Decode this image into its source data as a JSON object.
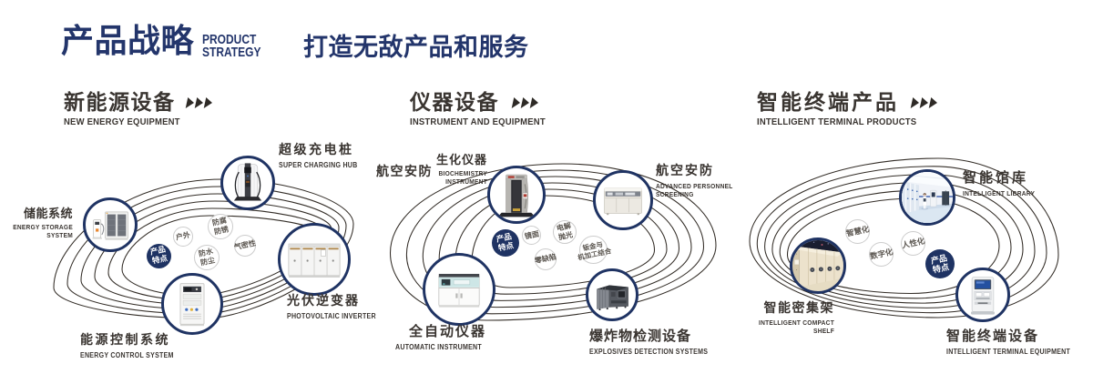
{
  "header": {
    "title_cn": "产品战略",
    "title_en_line1": "PRODUCT",
    "title_en_line2": "STRATEGY",
    "slogan": "打造无敌产品和服务"
  },
  "colors": {
    "navy": "#1f3363",
    "heading_dark": "#3a3531",
    "ring_stroke": "#2e2823",
    "bubble_border": "#cccccc",
    "bubble_text": "#5b5650"
  },
  "icons": {
    "section_arrow": "triple-right-triangles"
  },
  "sections": [
    {
      "title_cn": "新能源设备",
      "title_en": "NEW ENERGY EQUIPMENT",
      "feature_circle": {
        "line1": "产品",
        "line2": "特点"
      },
      "features": [
        {
          "line1": "户外",
          "line2": ""
        },
        {
          "line1": "防腐",
          "line2": "防锈"
        },
        {
          "line1": "防水",
          "line2": "防尘"
        },
        {
          "line1": "气密性",
          "line2": ""
        }
      ],
      "nodes": [
        {
          "cn": "储能系统",
          "en1": "ENERGY STORAGE",
          "en2": "SYSTEM",
          "image": "energy-storage-cabinet"
        },
        {
          "cn": "超级充电桩",
          "en1": "SUPER CHARGING HUB",
          "en2": "",
          "image": "super-charging-pile"
        },
        {
          "cn": "光伏逆变器",
          "en1": "PHOTOVOLTAIC INVERTER",
          "en2": "",
          "image": "photovoltaic-inverter-cabinets"
        },
        {
          "cn": "能源控制系统",
          "en1": "ENERGY CONTROL SYSTEM",
          "en2": "",
          "image": "energy-control-cabinet"
        }
      ]
    },
    {
      "title_cn": "仪器设备",
      "title_en": "INSTRUMENT AND EQUIPMENT",
      "feature_circle": {
        "line1": "产品",
        "line2": "特点"
      },
      "features": [
        {
          "line1": "镜面",
          "line2": ""
        },
        {
          "line1": "电解",
          "line2": "抛光"
        },
        {
          "line1": "零缺陷",
          "line2": ""
        },
        {
          "line1": "钣金与",
          "line2": "机加工结合"
        }
      ],
      "nodes": [
        {
          "cn": "生化仪器",
          "en1": "BIOCHEMISTRY",
          "en2": "INSTRUMENT",
          "cn_side": "航空安防",
          "image": "security-gate"
        },
        {
          "cn": "航空安防",
          "en1": "ADVANCED PERSONNEL",
          "en2": "SCREENING",
          "image": "screening-analyzer"
        },
        {
          "cn": "全自动仪器",
          "en1": "AUTOMATIC INSTRUMENT",
          "en2": "",
          "image": "automatic-instrument"
        },
        {
          "cn": "爆炸物检测设备",
          "en1": "EXPLOSIVES DETECTION SYSTEMS",
          "en2": "",
          "image": "explosives-detection-machine"
        }
      ]
    },
    {
      "title_cn": "智能终端产品",
      "title_en": "INTELLIGENT TERMINAL PRODUCTS",
      "feature_circle": {
        "line1": "产品",
        "line2": "特点"
      },
      "features": [
        {
          "line1": "智慧化",
          "line2": ""
        },
        {
          "line1": "数字化",
          "line2": ""
        },
        {
          "line1": "人性化",
          "line2": ""
        }
      ],
      "nodes": [
        {
          "cn": "智能馆库",
          "en1": "INTELLIGENT LIBRARY",
          "en2": "",
          "image": "intelligent-library-room"
        },
        {
          "cn": "智能密集架",
          "en1": "INTELLIGENT COMPACT",
          "en2": "SHELF",
          "image": "compact-shelving"
        },
        {
          "cn": "智能终端设备",
          "en1": "INTELLIGENT TERMINAL EQUIPMENT",
          "en2": "",
          "image": "terminal-kiosk"
        }
      ]
    }
  ]
}
